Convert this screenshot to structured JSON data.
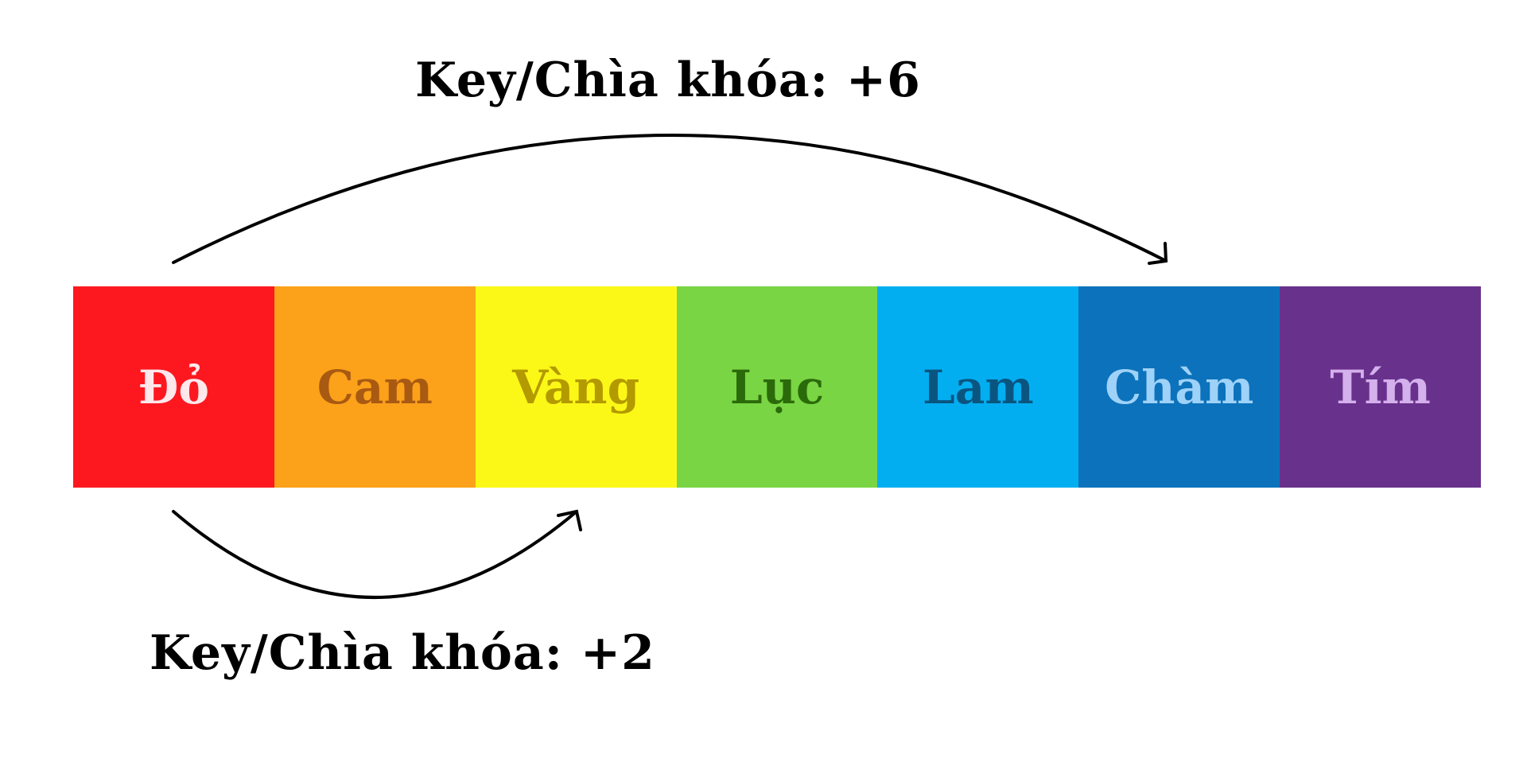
{
  "labels": {
    "top_key": "Key/Chìa khóa: +6",
    "bottom_key": "Key/Chìa khóa: +2"
  },
  "colors": [
    {
      "name": "Đỏ",
      "bg": "#fd1820",
      "fg": "#fde8ec"
    },
    {
      "name": "Cam",
      "bg": "#fca11a",
      "fg": "#a85a12"
    },
    {
      "name": "Vàng",
      "bg": "#fbf817",
      "fg": "#b39a00"
    },
    {
      "name": "Lục",
      "bg": "#79d544",
      "fg": "#2b6a0a"
    },
    {
      "name": "Lam",
      "bg": "#03aef0",
      "fg": "#0a5580"
    },
    {
      "name": "Chàm",
      "bg": "#0c72bb",
      "fg": "#9fd2f8"
    },
    {
      "name": "Tím",
      "bg": "#68318c",
      "fg": "#d4b0ec"
    }
  ]
}
